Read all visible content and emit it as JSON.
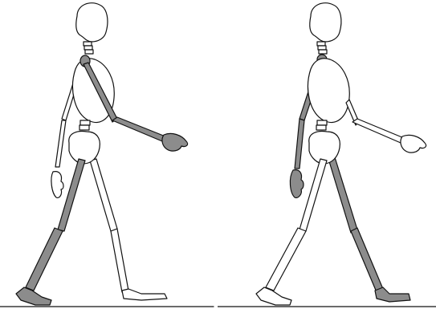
{
  "colors": {
    "background": "#ffffff",
    "outline": "#111111",
    "highlighted_limb": "#8c8c8c",
    "plain_limb": "#ffffff",
    "ground": "#111111"
  },
  "figures": [
    {
      "name": "left-figure",
      "highlighted_limbs": [
        "near-arm",
        "near-leg"
      ],
      "plain_limbs": [
        "far-arm",
        "far-leg"
      ]
    },
    {
      "name": "right-figure",
      "highlighted_limbs": [
        "far-arm",
        "far-leg"
      ],
      "plain_limbs": [
        "near-arm",
        "near-leg"
      ]
    }
  ]
}
